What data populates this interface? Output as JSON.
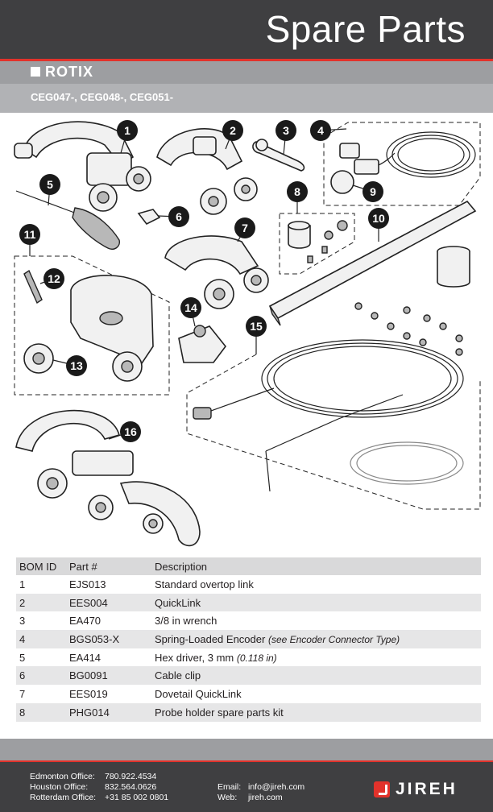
{
  "header": {
    "title": "Spare Parts"
  },
  "brand": {
    "name": "ROTIX",
    "models": "CEG047-, CEG048-, CEG051-"
  },
  "callouts": [
    "1",
    "2",
    "3",
    "4",
    "5",
    "6",
    "7",
    "8",
    "9",
    "10",
    "11",
    "12",
    "13",
    "14",
    "15",
    "16"
  ],
  "table": {
    "headers": [
      "BOM ID",
      "Part #",
      "Description"
    ],
    "rows": [
      {
        "id": "1",
        "part": "EJS013",
        "desc": "Standard overtop link",
        "note": ""
      },
      {
        "id": "2",
        "part": "EES004",
        "desc": "QuickLink",
        "note": ""
      },
      {
        "id": "3",
        "part": "EA470",
        "desc": "3/8 in wrench",
        "note": ""
      },
      {
        "id": "4",
        "part": "BGS053-X",
        "desc": "Spring-Loaded Encoder",
        "note": "(see Encoder Connector Type)"
      },
      {
        "id": "5",
        "part": "EA414",
        "desc": "Hex driver, 3 mm",
        "note": "(0.118 in)"
      },
      {
        "id": "6",
        "part": "BG0091",
        "desc": "Cable clip",
        "note": ""
      },
      {
        "id": "7",
        "part": "EES019",
        "desc": "Dovetail QuickLink",
        "note": ""
      },
      {
        "id": "8",
        "part": "PHG014",
        "desc": "Probe holder spare parts kit",
        "note": ""
      }
    ]
  },
  "footer": {
    "offices": [
      {
        "label": "Edmonton Office:",
        "phone": "780.922.4534"
      },
      {
        "label": "Houston Office:",
        "phone": "832.564.0626"
      },
      {
        "label": "Rotterdam Office:",
        "phone": "+31 85 002 0801"
      }
    ],
    "contacts": [
      {
        "label": "Email:",
        "value": "info@jireh.com"
      },
      {
        "label": "Web:",
        "value": "jireh.com"
      }
    ],
    "logo_text": "JIREH"
  },
  "colors": {
    "accent": "#e2322b",
    "dark": "#3f3f41",
    "band": "#9d9ea1",
    "band_light": "#b1b2b5"
  }
}
